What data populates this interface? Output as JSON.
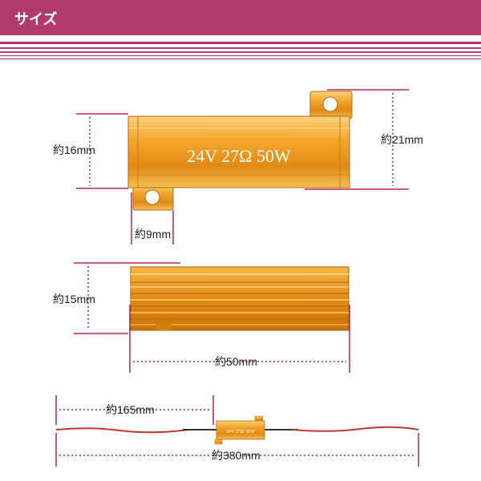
{
  "header": {
    "title": "サイズ"
  },
  "resistor": {
    "marking": "24V  27Ω  50W",
    "small_marking": "24V 27Ω 50W"
  },
  "dimensions": {
    "height_body": "約16mm",
    "height_total": "約21mm",
    "tab_width": "約9mm",
    "height_side": "約15mm",
    "length_body": "約50mm",
    "lead_length": "約165mm",
    "total_length": "約380mm"
  },
  "colors": {
    "header": "#b03a6c",
    "dimension_line": "#b8264a",
    "resistor_gold": "#f0a52a",
    "wire": "#c0392b"
  }
}
